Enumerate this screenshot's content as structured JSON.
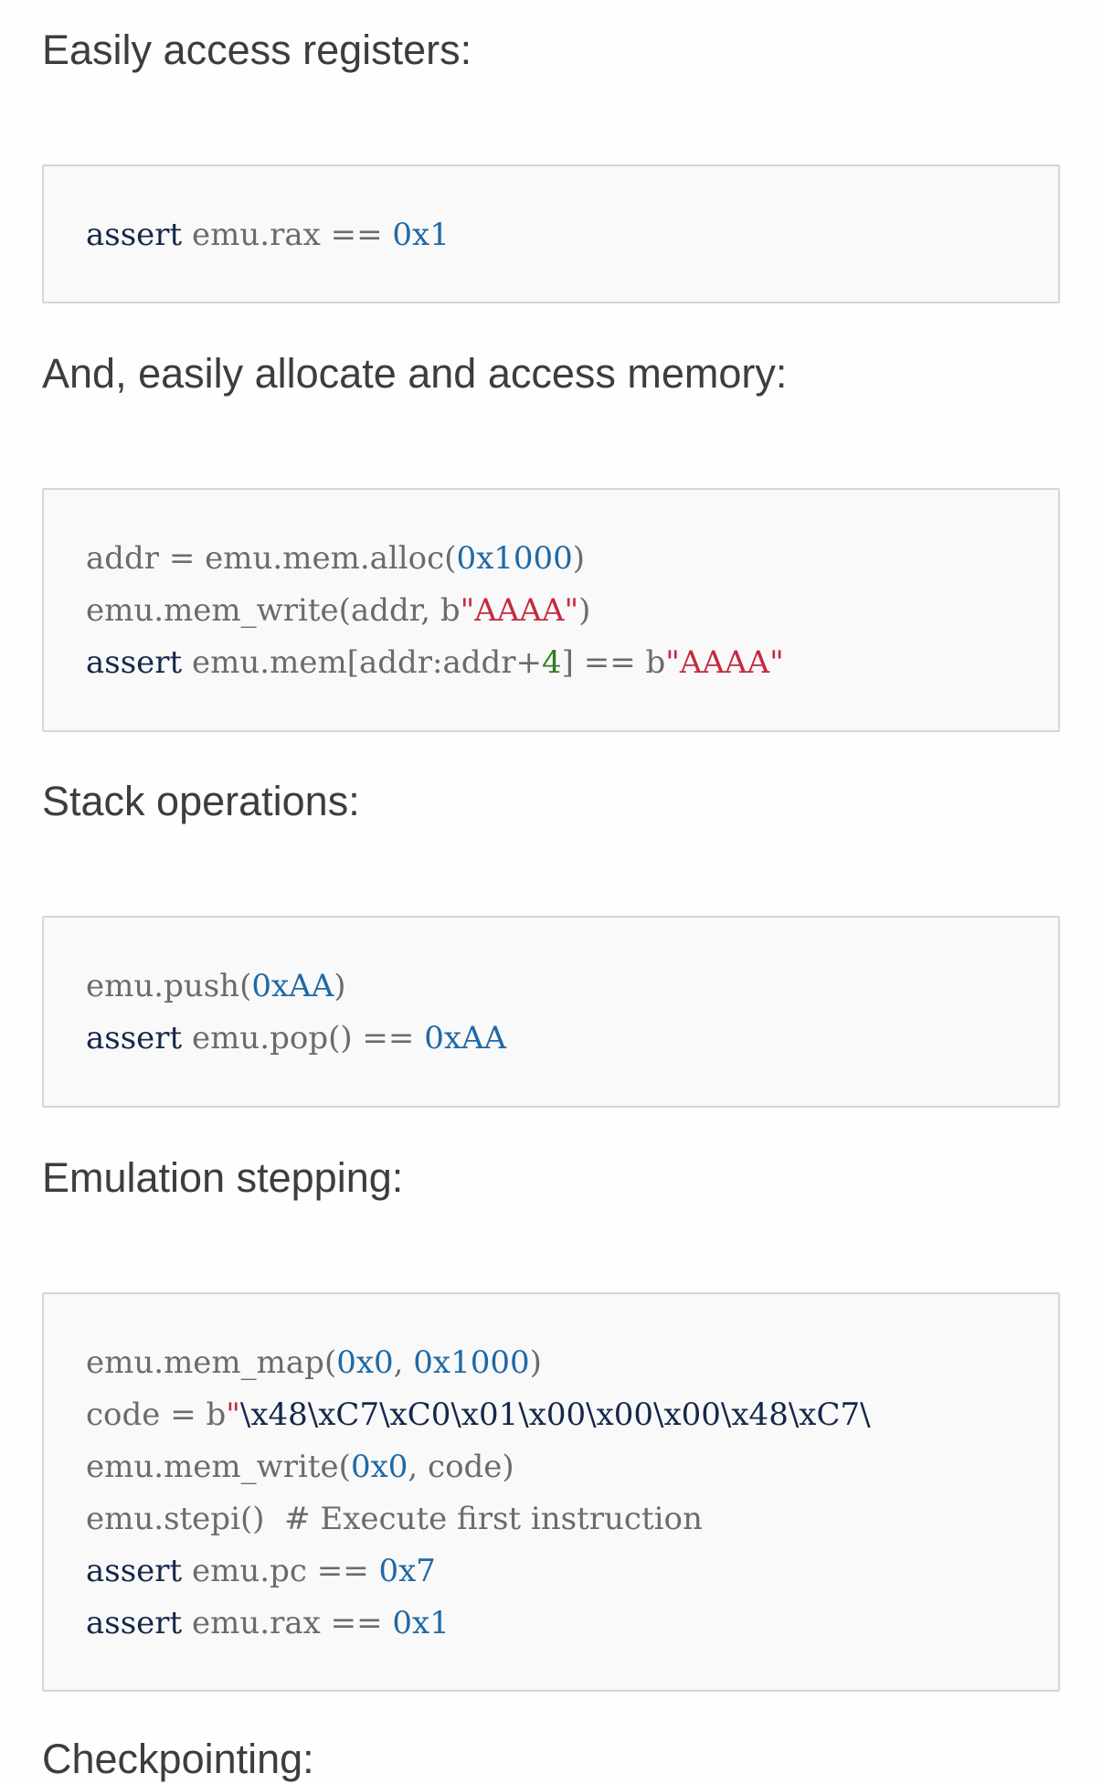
{
  "sections": [
    {
      "heading": "Easily access registers:",
      "code": [
        [
          {
            "t": "kw",
            "v": "assert"
          },
          {
            "t": "p",
            "v": " emu.rax == "
          },
          {
            "t": "num",
            "v": "0x1"
          }
        ]
      ]
    },
    {
      "heading": "And, easily allocate and access memory:",
      "code": [
        [
          {
            "t": "p",
            "v": "addr = emu.mem.alloc("
          },
          {
            "t": "num",
            "v": "0x1000"
          },
          {
            "t": "p",
            "v": ")"
          }
        ],
        [
          {
            "t": "p",
            "v": "emu.mem_write(addr, b"
          },
          {
            "t": "str",
            "v": "\"AAAA\""
          },
          {
            "t": "p",
            "v": ")"
          }
        ],
        [
          {
            "t": "kw",
            "v": "assert"
          },
          {
            "t": "p",
            "v": " emu.mem[addr:addr+"
          },
          {
            "t": "grn",
            "v": "4"
          },
          {
            "t": "p",
            "v": "] == b"
          },
          {
            "t": "str",
            "v": "\"AAAA\""
          }
        ]
      ]
    },
    {
      "heading": "Stack operations:",
      "code": [
        [
          {
            "t": "p",
            "v": "emu.push("
          },
          {
            "t": "num",
            "v": "0xAA"
          },
          {
            "t": "p",
            "v": ")"
          }
        ],
        [
          {
            "t": "kw",
            "v": "assert"
          },
          {
            "t": "p",
            "v": " emu.pop() == "
          },
          {
            "t": "num",
            "v": "0xAA"
          }
        ]
      ]
    },
    {
      "heading": "Emulation stepping:",
      "code": [
        [
          {
            "t": "p",
            "v": "emu.mem_map("
          },
          {
            "t": "num",
            "v": "0x0"
          },
          {
            "t": "p",
            "v": ", "
          },
          {
            "t": "num",
            "v": "0x1000"
          },
          {
            "t": "p",
            "v": ")"
          }
        ],
        [
          {
            "t": "p",
            "v": "code = b"
          },
          {
            "t": "str",
            "v": "\""
          },
          {
            "t": "kw",
            "v": "\\x48\\xC7\\xC0\\x01\\x00\\x00\\x00\\x48\\xC7\\"
          }
        ],
        [
          {
            "t": "p",
            "v": "emu.mem_write("
          },
          {
            "t": "num",
            "v": "0x0"
          },
          {
            "t": "p",
            "v": ", code)"
          }
        ],
        [
          {
            "t": "p",
            "v": "emu.stepi()  "
          },
          {
            "t": "cmt",
            "v": "# Execute first instruction"
          }
        ],
        [
          {
            "t": "kw",
            "v": "assert"
          },
          {
            "t": "p",
            "v": " emu.pc == "
          },
          {
            "t": "num",
            "v": "0x7"
          }
        ],
        [
          {
            "t": "kw",
            "v": "assert"
          },
          {
            "t": "p",
            "v": " emu.rax == "
          },
          {
            "t": "num",
            "v": "0x1"
          }
        ]
      ]
    },
    {
      "heading": "Checkpointing:",
      "code": []
    }
  ]
}
